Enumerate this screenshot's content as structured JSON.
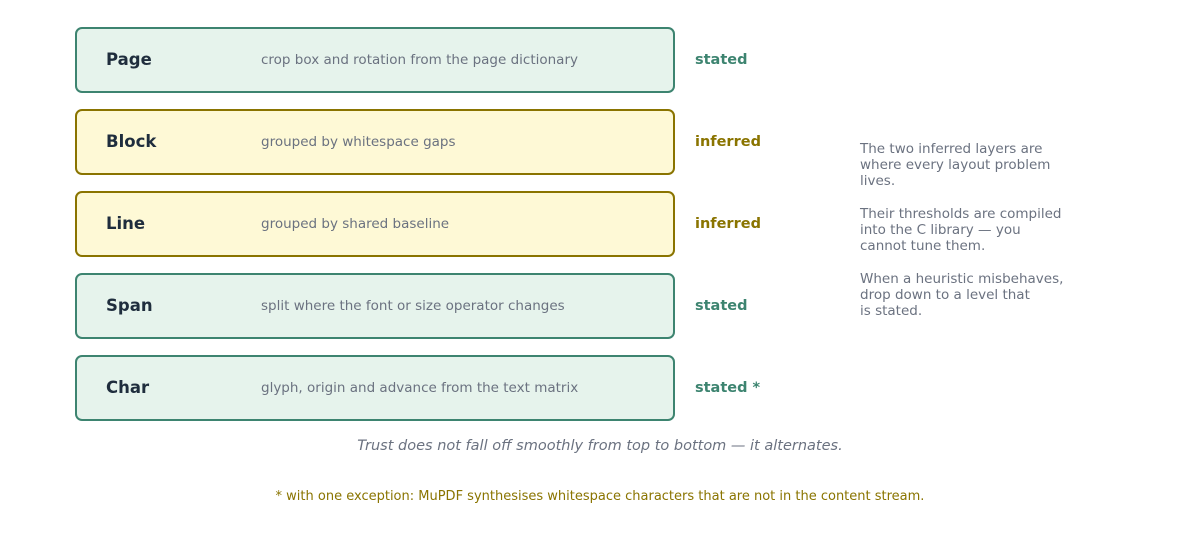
{
  "colors": {
    "stated_border": "#3d8470",
    "stated_fill": "#e6f3ec",
    "stated_text": "#3d8470",
    "inferred_border": "#8a7400",
    "inferred_fill": "#fef9d6",
    "inferred_text": "#8a7400",
    "name_text": "#1f2d3d",
    "muted_text": "#6b7280"
  },
  "layers": [
    {
      "name": "Page",
      "description": "crop box and rotation from the page dictionary",
      "status": "stated",
      "kind": "stated"
    },
    {
      "name": "Block",
      "description": "grouped by whitespace gaps",
      "status": "inferred",
      "kind": "inferred"
    },
    {
      "name": "Line",
      "description": "grouped by shared baseline",
      "status": "inferred",
      "kind": "inferred"
    },
    {
      "name": "Span",
      "description": "split where the font or size operator changes",
      "status": "stated",
      "kind": "stated"
    },
    {
      "name": "Char",
      "description": "glyph, origin and advance from the text matrix",
      "status": "stated *",
      "kind": "stated"
    }
  ],
  "notes": [
    {
      "lines": [
        "The two inferred layers are",
        "where every layout problem",
        "lives."
      ]
    },
    {
      "lines": [
        "Their thresholds are compiled",
        "into the C library — you",
        "cannot tune them."
      ]
    },
    {
      "lines": [
        "When a heuristic misbehaves,",
        "drop down to a level that",
        "is stated."
      ]
    }
  ],
  "caption": "Trust does not fall off smoothly from top to bottom — it alternates.",
  "footnote": "* with one exception: MuPDF synthesises whitespace characters that are not in the content stream."
}
